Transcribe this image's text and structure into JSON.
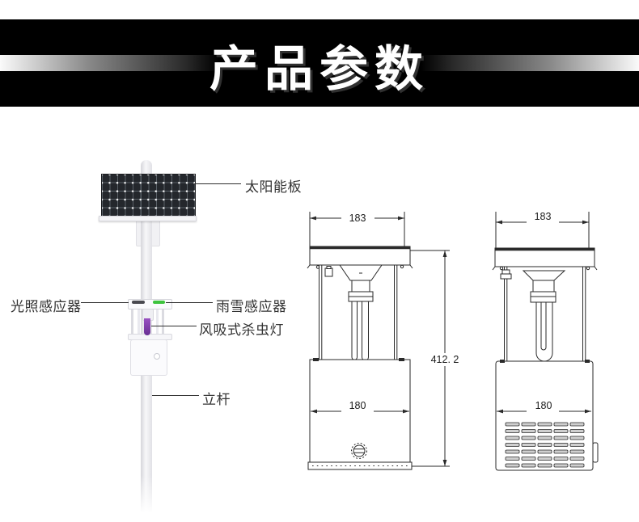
{
  "banner": {
    "title": "产品参数",
    "bg_color": "#000000",
    "text_color": "#ffffff"
  },
  "illustration": {
    "labels": {
      "solar_panel": "太阳能板",
      "light_sensor": "光照感应器",
      "rain_snow_sensor": "雨雪感应器",
      "insect_lamp": "风吸式杀虫灯",
      "pole": "立杆"
    },
    "colors": {
      "lamp_purple": "#7a35a8",
      "sensor_green": "#3ec43e",
      "sensor_dark": "#4a4a50",
      "panel_dark": "#24272c"
    }
  },
  "drawings": {
    "front_view": {
      "top_width": "183",
      "body_width": "180",
      "total_height": "412. 2"
    },
    "side_view": {
      "top_width": "183",
      "body_width": "180"
    }
  }
}
